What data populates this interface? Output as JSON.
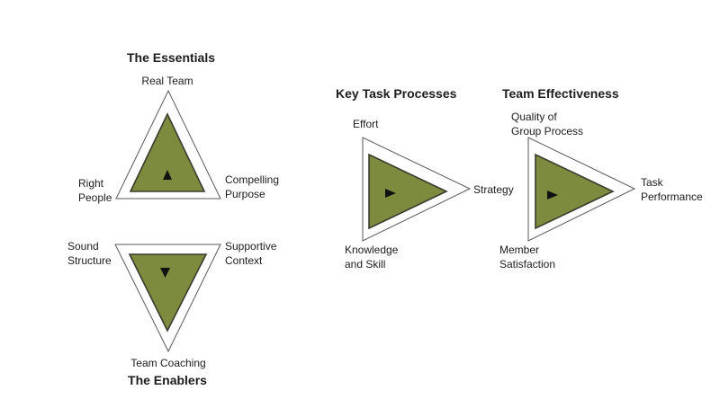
{
  "colors": {
    "background": "#ffffff",
    "triangle_fill": "#7C8B3D",
    "outer_fill": "#ffffff",
    "outer_stroke": "#595959",
    "inner_stroke": "#3B3B2F",
    "arrow": "#111111",
    "text": "#1c1c1c"
  },
  "icons": {
    "essentials": "arrow-up",
    "enablers": "arrow-down",
    "key_task_processes": "arrow-right",
    "team_effectiveness": "arrow-right"
  },
  "diagrams": {
    "essentials": {
      "title": "The Essentials",
      "labels": {
        "top": "Real Team",
        "bottom_left": "Right\nPeople",
        "bottom_right": "Compelling\nPurpose"
      }
    },
    "enablers": {
      "title": "The Enablers",
      "labels": {
        "top_left": "Sound\nStructure",
        "top_right": "Supportive\nContext",
        "bottom": "Team Coaching"
      }
    },
    "key_task_processes": {
      "title": "Key Task Processes",
      "labels": {
        "top": "Effort",
        "bottom": "Knowledge\nand Skill",
        "right": "Strategy"
      }
    },
    "team_effectiveness": {
      "title": "Team Effectiveness",
      "labels": {
        "top": "Quality of\nGroup Process",
        "bottom": "Member\nSatisfaction",
        "right": "Task\nPerformance"
      }
    }
  }
}
